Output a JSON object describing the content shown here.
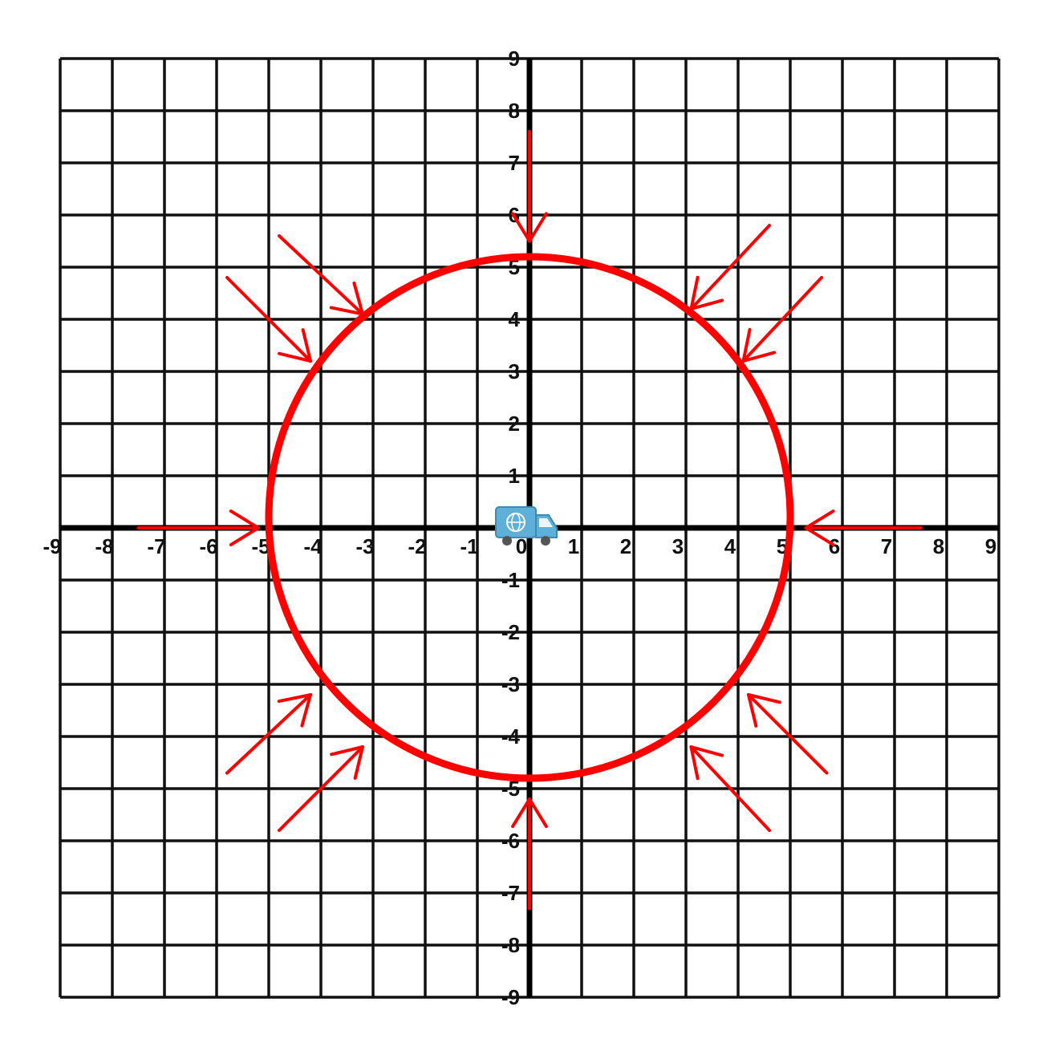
{
  "chart_data": {
    "type": "diagram",
    "xlim": [
      -9,
      9
    ],
    "ylim": [
      -9,
      9
    ],
    "grid": true,
    "x_tick_labels": [
      "-9",
      "-8",
      "-7",
      "-6",
      "-5",
      "-4",
      "-3",
      "-2",
      "-1",
      "0",
      "1",
      "2",
      "3",
      "4",
      "5",
      "6",
      "7",
      "8",
      "9"
    ],
    "y_tick_labels": [
      "9",
      "8",
      "7",
      "6",
      "5",
      "4",
      "3",
      "2",
      "1",
      "-1",
      "-2",
      "-3",
      "-4",
      "-5",
      "-6",
      "-7",
      "-8",
      "-9"
    ],
    "circle": {
      "center": [
        0,
        0.2
      ],
      "radius": 5
    },
    "arrows": [
      {
        "from": [
          0,
          7.6
        ],
        "to": [
          0,
          5.5
        ]
      },
      {
        "from": [
          0,
          -7.3
        ],
        "to": [
          0,
          -5.2
        ]
      },
      {
        "from": [
          -7.5,
          0
        ],
        "to": [
          -5.2,
          0
        ]
      },
      {
        "from": [
          7.5,
          0
        ],
        "to": [
          5.3,
          0
        ]
      },
      {
        "from": [
          -4.8,
          5.6
        ],
        "to": [
          -3.2,
          4.1
        ]
      },
      {
        "from": [
          -5.8,
          4.8
        ],
        "to": [
          -4.2,
          3.2
        ]
      },
      {
        "from": [
          4.6,
          5.8
        ],
        "to": [
          3.1,
          4.2
        ]
      },
      {
        "from": [
          5.6,
          4.8
        ],
        "to": [
          4.1,
          3.2
        ]
      },
      {
        "from": [
          -5.8,
          -4.7
        ],
        "to": [
          -4.2,
          -3.2
        ]
      },
      {
        "from": [
          -4.8,
          -5.8
        ],
        "to": [
          -3.2,
          -4.2
        ]
      },
      {
        "from": [
          5.7,
          -4.7
        ],
        "to": [
          4.2,
          -3.2
        ]
      },
      {
        "from": [
          4.6,
          -5.8
        ],
        "to": [
          3.1,
          -4.2
        ]
      }
    ],
    "marker": {
      "icon": "delivery-truck-icon",
      "at": [
        0,
        0
      ]
    },
    "colors": {
      "grid": "#111111",
      "axes": "#000000",
      "circle": "#ff0000",
      "arrows": "#ff0000",
      "truck": "#5fb0d8"
    }
  }
}
